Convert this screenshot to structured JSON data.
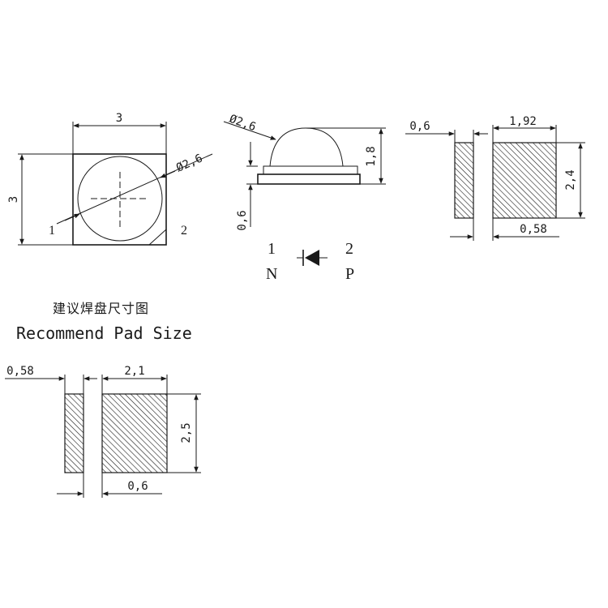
{
  "top_view": {
    "width_label": "3",
    "height_label": "3",
    "lens_label": "Ø2,6",
    "pin1_label": "1",
    "pin2_label": "2"
  },
  "side_view": {
    "lens_label": "Ø2,6",
    "height_label": "1,8",
    "base_label": "0,6"
  },
  "bottom_view": {
    "small_pad_label": "0,6",
    "large_pad_label": "1,92",
    "pad_height_label": "2,4",
    "gap_label": "0,58"
  },
  "polarity": {
    "pin1": "1",
    "pin2": "2",
    "n_label": "N",
    "p_label": "P"
  },
  "recommend": {
    "title_cn": "建议焊盘尺寸图",
    "title_en": "Recommend Pad Size",
    "small_pad_label": "0,58",
    "large_pad_label": "2,1",
    "pad_height_label": "2,5",
    "gap_label": "0,6"
  },
  "colors": {
    "line": "#1a1a1a",
    "background": "#ffffff"
  }
}
